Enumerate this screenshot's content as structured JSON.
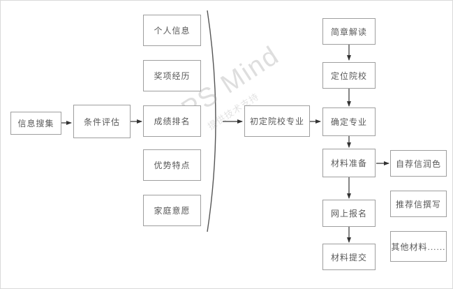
{
  "watermark": {
    "title": "WPS Mind",
    "subtitle": "提供技术支持"
  },
  "colors": {
    "node_border": "#9e9e9e",
    "node_text": "#595959",
    "arrow": "#333333",
    "bracket": "#555555",
    "watermark": "#cfcfcf"
  },
  "nodes": [
    {
      "id": "info-collection",
      "label": "信息搜集"
    },
    {
      "id": "condition-evaluation",
      "label": "条件评估"
    },
    {
      "id": "personal-info",
      "label": "个人信息"
    },
    {
      "id": "awards-experience",
      "label": "奖项经历"
    },
    {
      "id": "grade-ranking",
      "label": "成绩排名"
    },
    {
      "id": "strengths",
      "label": "优势特点"
    },
    {
      "id": "family-wishes",
      "label": "家庭意愿"
    },
    {
      "id": "initial-school-major",
      "label": "初定院校专业"
    },
    {
      "id": "brochure-interpretation",
      "label": "简章解读"
    },
    {
      "id": "target-schools",
      "label": "定位院校"
    },
    {
      "id": "confirm-major",
      "label": "确定专业"
    },
    {
      "id": "material-preparation",
      "label": "材料准备"
    },
    {
      "id": "online-registration",
      "label": "网上报名"
    },
    {
      "id": "material-submission",
      "label": "材料提交"
    },
    {
      "id": "self-recommendation-polish",
      "label": "自荐信润色"
    },
    {
      "id": "recommendation-letter",
      "label": "推荐信撰写"
    },
    {
      "id": "other-materials",
      "label": "其他材料......"
    }
  ],
  "edges": [
    {
      "from": "info-collection",
      "to": "condition-evaluation"
    },
    {
      "from": "condition-evaluation",
      "to": "grade-ranking"
    },
    {
      "from": "group-bracket",
      "to": "initial-school-major"
    },
    {
      "from": "initial-school-major",
      "to": "confirm-major"
    },
    {
      "from": "brochure-interpretation",
      "to": "target-schools"
    },
    {
      "from": "target-schools",
      "to": "confirm-major"
    },
    {
      "from": "confirm-major",
      "to": "material-preparation"
    },
    {
      "from": "material-preparation",
      "to": "self-recommendation-polish"
    },
    {
      "from": "material-preparation",
      "to": "online-registration"
    },
    {
      "from": "online-registration",
      "to": "material-submission"
    }
  ]
}
